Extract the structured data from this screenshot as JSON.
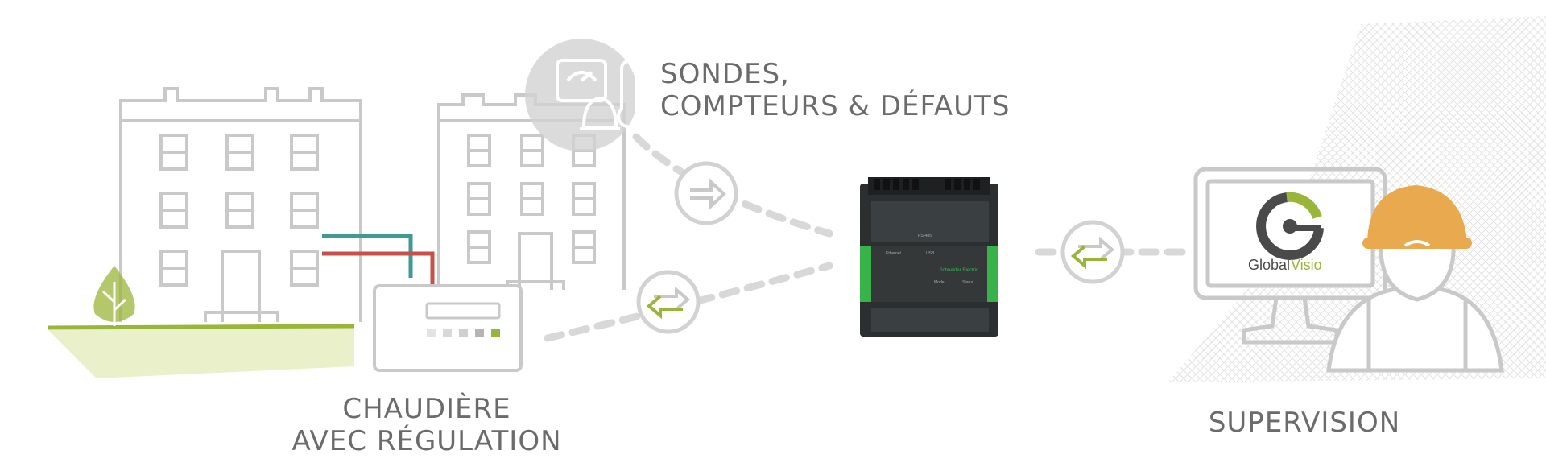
{
  "labels": {
    "sensors": [
      "SONDES,",
      "COMPTEURS & DÉFAUTS"
    ],
    "boiler": [
      "CHAUDIÈRE",
      "AVEC RÉGULATION"
    ],
    "supervision": "SUPERVISION"
  },
  "device": {
    "brand_text": "Schneider Electric",
    "port_labels": [
      "RS-485",
      "Ethernet",
      "USB",
      "Mode",
      "Status"
    ]
  },
  "logo": {
    "text_part1": "Global",
    "text_part2": "Visio"
  },
  "colors": {
    "outline": "#c9c9c9",
    "text": "#6b6b6b",
    "green": "#9ab63a",
    "teal": "#3f9a94",
    "red": "#c6504a",
    "orange": "#e9a94e",
    "device_body": "#2b2f30",
    "device_green": "#38b34a",
    "ground": "#eaf0c9"
  },
  "icons": [
    "tree-icon",
    "bell-icon",
    "thermometer-icon",
    "meter-icon",
    "arrow-right-icon",
    "exchange-arrows-icon",
    "monitor-icon",
    "worker-icon",
    "hard-hat-icon"
  ]
}
